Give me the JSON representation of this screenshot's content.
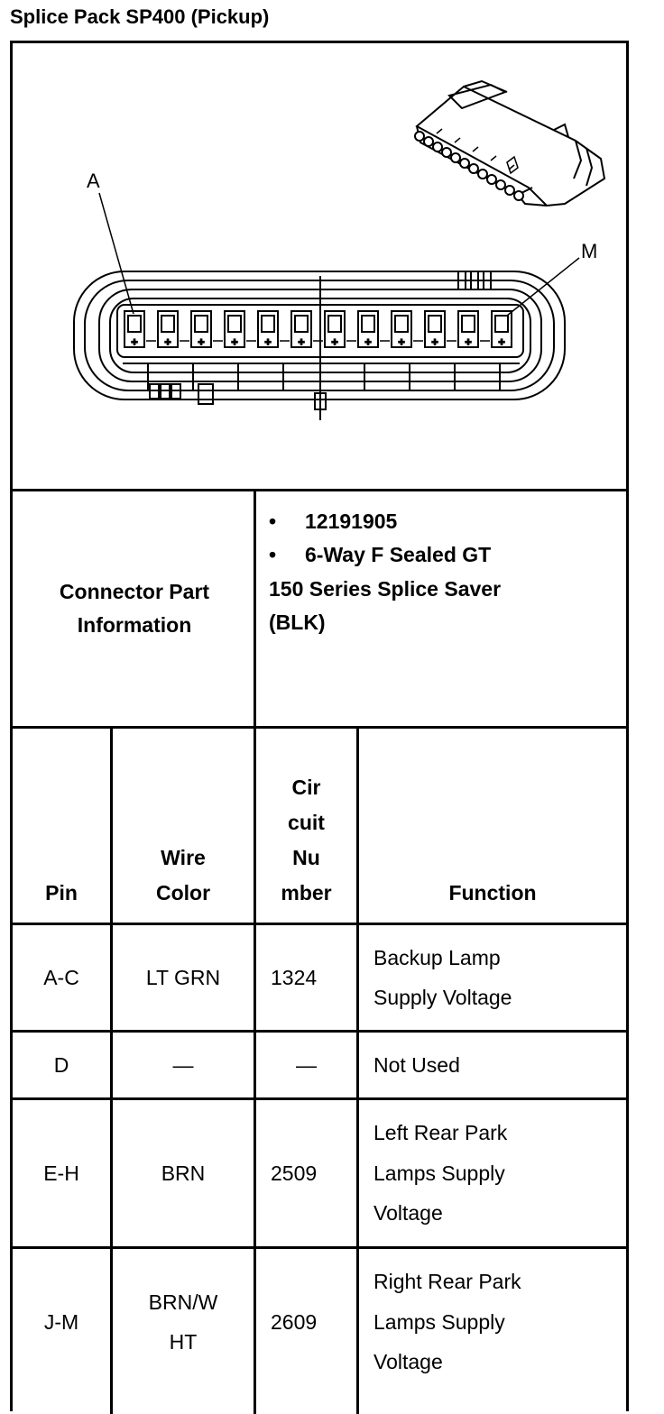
{
  "title": "Splice Pack SP400 (Pickup)",
  "diagram": {
    "label_first_pin": "A",
    "label_last_pin": "M"
  },
  "connector_info": {
    "label": "Connector Part Information",
    "bullets": [
      "12191905",
      "6-Way F Sealed GT"
    ],
    "continuation": [
      "150 Series Splice Saver",
      "(BLK)"
    ]
  },
  "table": {
    "headers": {
      "pin": "Pin",
      "wire_color": [
        "Wire",
        "Color"
      ],
      "circuit": [
        "Cir",
        "cuit",
        "Nu",
        "mber"
      ],
      "function": "Function"
    },
    "rows": [
      {
        "pin": "A-C",
        "wire_color": [
          "LT GRN"
        ],
        "circuit": "1324",
        "function": [
          "Backup Lamp",
          "Supply Voltage"
        ]
      },
      {
        "pin": "D",
        "wire_color": [
          "—"
        ],
        "circuit": "—",
        "function": [
          "Not Used"
        ]
      },
      {
        "pin": "E-H",
        "wire_color": [
          "BRN"
        ],
        "circuit": "2509",
        "function": [
          "Left Rear Park",
          "Lamps Supply",
          "Voltage"
        ]
      },
      {
        "pin": "J-M",
        "wire_color": [
          "BRN/W",
          "HT"
        ],
        "circuit": "2609",
        "function": [
          "Right Rear Park",
          "Lamps Supply",
          "Voltage"
        ]
      }
    ]
  }
}
